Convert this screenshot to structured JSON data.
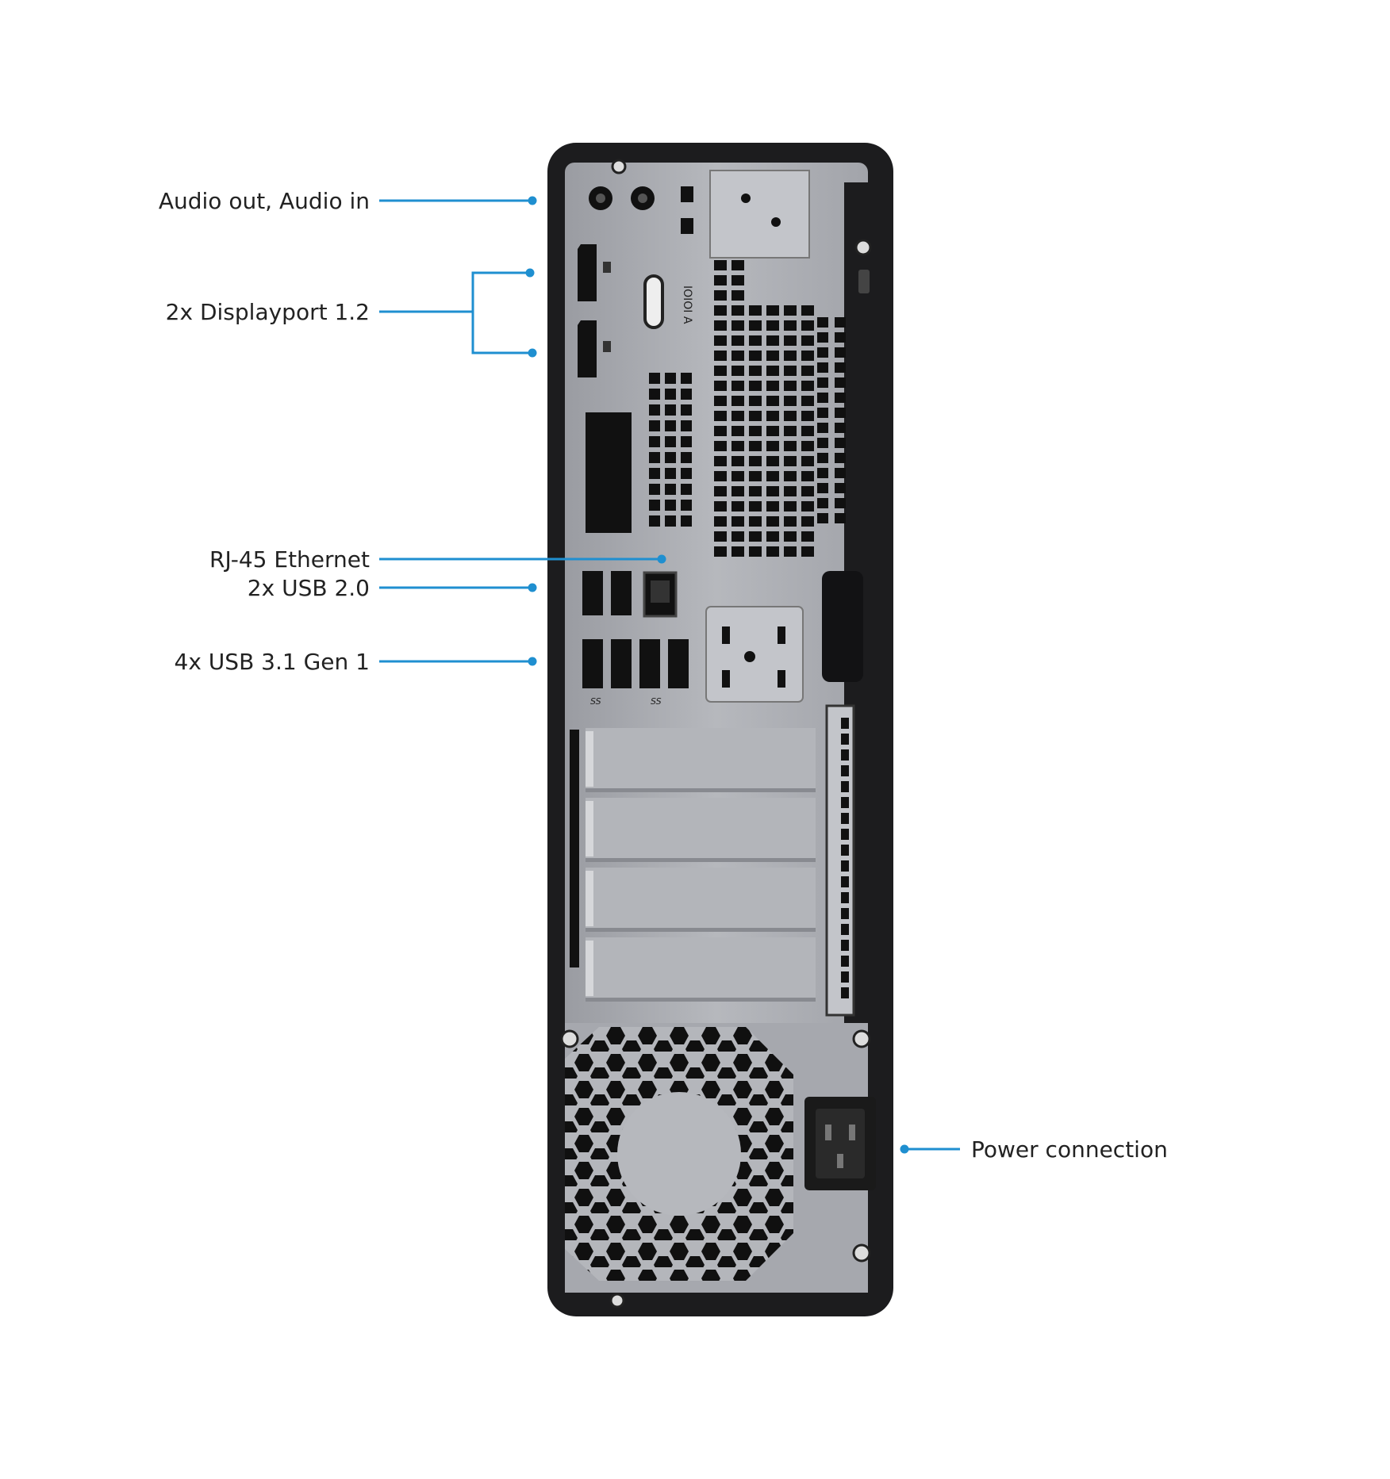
{
  "diagram": {
    "callouts": [
      {
        "id": "audio",
        "label": "Audio out, Audio in"
      },
      {
        "id": "displayport",
        "label": "2x Displayport 1.2"
      },
      {
        "id": "ethernet",
        "label": "RJ-45 Ethernet"
      },
      {
        "id": "usb2",
        "label": "2x USB 2.0"
      },
      {
        "id": "usb3",
        "label": "4x USB 3.1 Gen 1"
      },
      {
        "id": "power",
        "label": "Power connection"
      }
    ],
    "port_markings": {
      "serial": "IOIOI A",
      "usb3_logo": "SS"
    }
  },
  "colors": {
    "callout": "#1f8fd0",
    "chassis": "#1c1c1e",
    "plate": "#a9abb1",
    "plate_light": "#c3c5ca",
    "port": "#111111",
    "text": "#222222"
  }
}
